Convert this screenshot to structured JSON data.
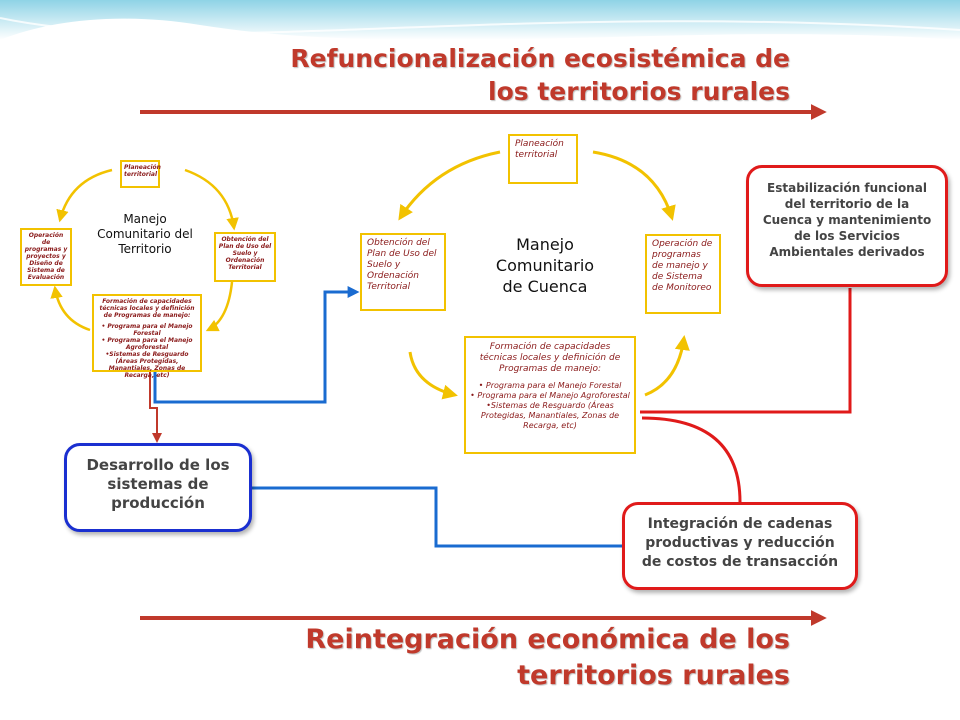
{
  "title_top": "Refuncionalización ecosistémica de los territorios rurales",
  "title_bottom": "Reintegración económica de los territorios rurales",
  "small_cycle": {
    "planeacion": "Planeación territorial",
    "center": "Manejo Comunitario del Territorio",
    "obtencion": "Obtención del Plan de Uso del Suelo y Ordenación Territorial",
    "operacion": "Operación de programas y proyectos y Diseño de Sistema de Evaluación",
    "formacion_title": "Formación de capacidades técnicas locales y definición de Programas de manejo:",
    "formacion_items": [
      "• Programa para el Manejo Forestal",
      "• Programa para el Manejo Agroforestal",
      "•Sistemas de Resguardo (Áreas Protegidas, Manantiales, Zonas de Recarga, etc)"
    ]
  },
  "large_cycle": {
    "planeacion": "Planeación territorial",
    "center": "Manejo Comunitario de Cuenca",
    "obtencion": "Obtención del Plan de Uso del Suelo y Ordenación Territorial",
    "operacion": "Operación de programas de manejo y de Sistema de Monitoreo",
    "formacion_title": "Formación de capacidades técnicas locales y definición de Programas de manejo:",
    "formacion_items": [
      "• Programa para el Manejo Forestal",
      "• Programa para el Manejo Agroforestal",
      "•Sistemas de Resguardo (Áreas Protegidas, Manantiales, Zonas de Recarga, etc)"
    ]
  },
  "boxes": {
    "estabilizacion": "Estabilización funcional del territorio de la Cuenca y mantenimiento de los Servicios Ambientales derivados",
    "desarrollo": "Desarrollo de los sistemas de producción",
    "integracion": "Integración de cadenas productivas y reducción de costos de transacción"
  },
  "colors": {
    "title": "#c0392b",
    "red": "#e01a1a",
    "blue": "#1a2fd0",
    "yellow": "#f2c200",
    "arrow_red": "#c0392b",
    "teal": "#1aa6b7"
  }
}
